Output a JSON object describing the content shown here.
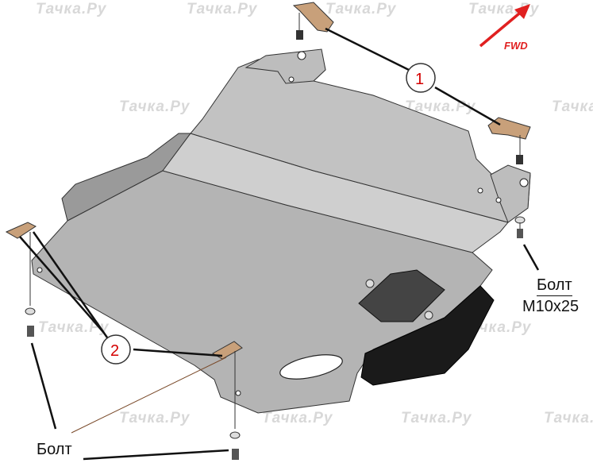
{
  "watermark": "Тачка.Ру",
  "fwd_label": "FWD",
  "callouts": {
    "one": "1",
    "two": "2"
  },
  "labels": {
    "bolt_right_line1": "Болт",
    "bolt_right_line2": "M10x25",
    "bolt_bottom": "Болт"
  },
  "colors": {
    "plate_light": "#bdbdbd",
    "plate_mid": "#a5a5a5",
    "plate_dark": "#1a1a1a",
    "bracket": "#c8a07a",
    "arrow": "#e02020",
    "callout": "#d40000"
  }
}
